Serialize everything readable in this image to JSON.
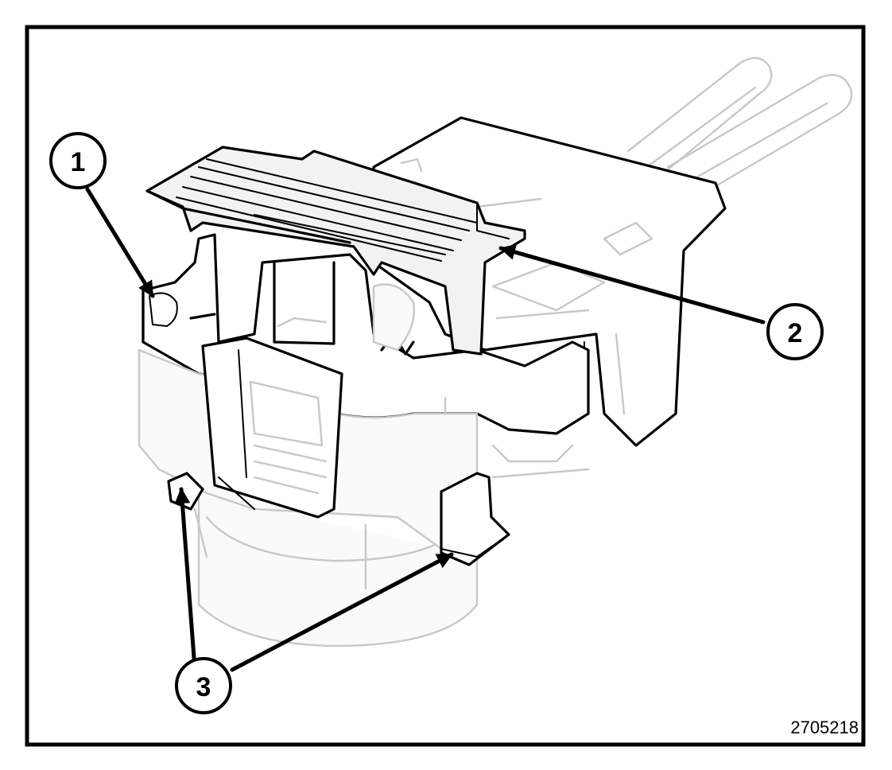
{
  "diagram": {
    "callouts": [
      {
        "id": "callout-1",
        "label": "1"
      },
      {
        "id": "callout-2",
        "label": "2"
      },
      {
        "id": "callout-3",
        "label": "3"
      }
    ],
    "figure_number": "2705218"
  },
  "colors": {
    "line": "#000000",
    "ghost_line": "#c8c8c8",
    "background": "#ffffff"
  }
}
